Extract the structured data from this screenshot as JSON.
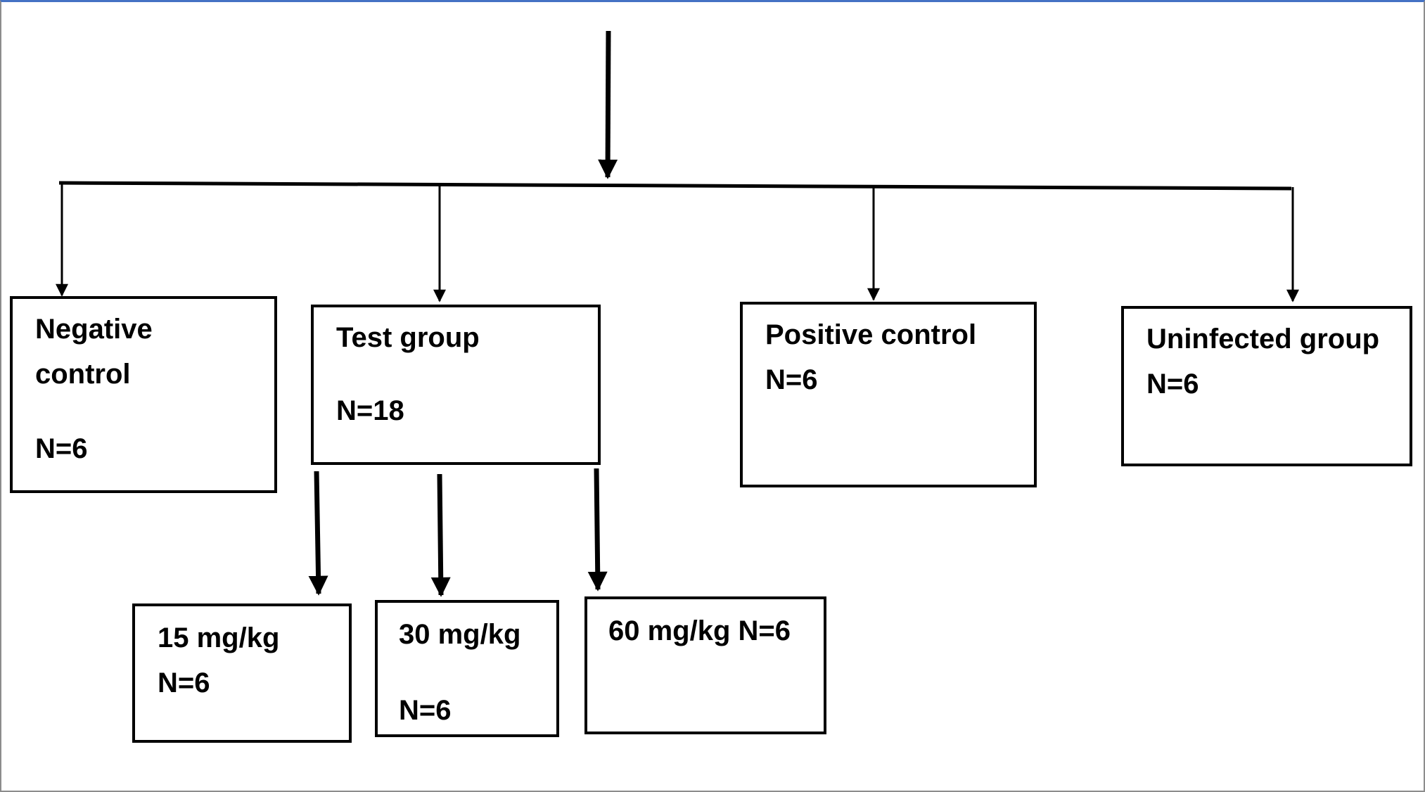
{
  "colors": {
    "line": "#000000",
    "box_border": "#000000",
    "frame_top": "#4472c4",
    "frame_side": "#8c8c8c"
  },
  "boxes": {
    "negative_control": {
      "line1": "Negative",
      "line2": "control",
      "count": "N=6"
    },
    "test_group": {
      "title": "Test group",
      "count": "N=18"
    },
    "positive_control": {
      "title": "Positive control",
      "count": "N=6"
    },
    "uninfected_group": {
      "title": "Uninfected group",
      "count": "N=6"
    },
    "dose_15": {
      "dose": "15 mg/kg",
      "count": "N=6"
    },
    "dose_30": {
      "dose": "30 mg/kg",
      "count": "N=6"
    },
    "dose_60": {
      "label": "60 mg/kg N=6"
    }
  }
}
